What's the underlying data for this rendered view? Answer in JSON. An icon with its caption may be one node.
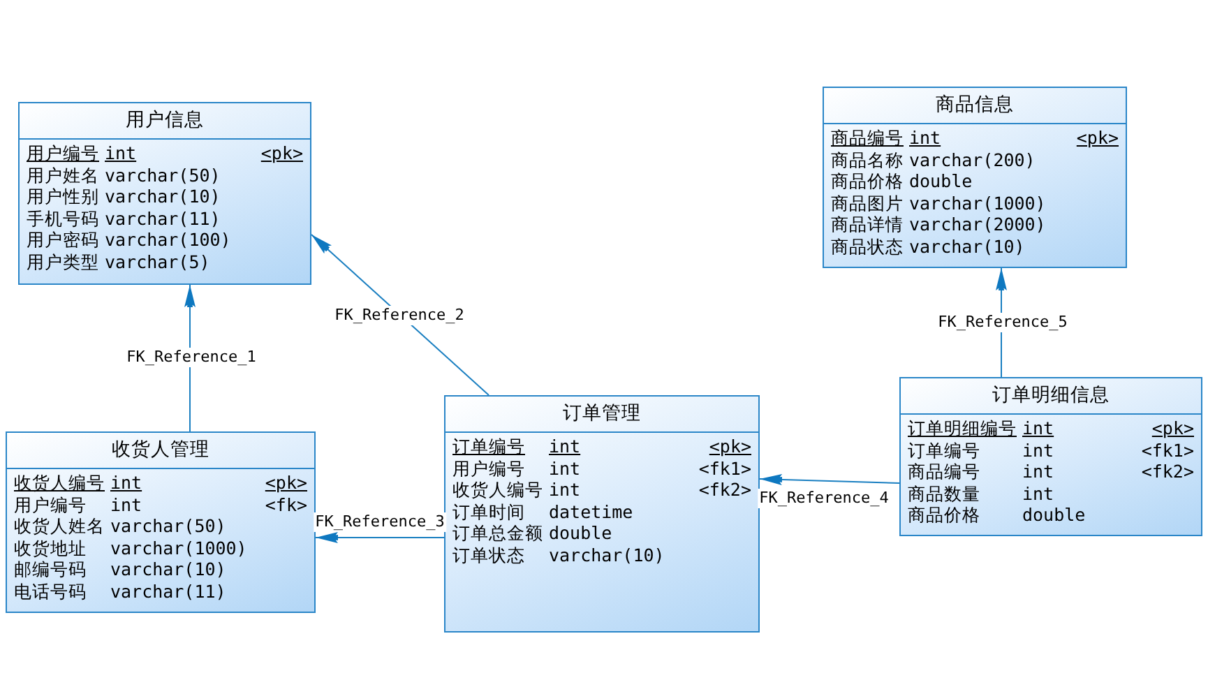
{
  "diagram": {
    "nodes": [
      {
        "text": [
          "用户信息",
          "用户编号 int <pk>",
          "用户姓名 varchar(50)",
          "用户性别 varchar(10)",
          "手机号码 varchar(11)",
          "用户密码 varchar(100)",
          "用户类型 varchar(5)"
        ]
      },
      {
        "text": [
          "商品信息",
          "商品编号 int <pk>",
          "商品名称 varchar(200)",
          "商品价格 double",
          "商品图片 varchar(1000)",
          "商品详情 varchar(2000)",
          "商品状态 varchar(10)"
        ]
      },
      {
        "text": [
          "收货人管理",
          "收货人编号 int <pk>",
          "用户编号 int <fk>",
          "收货人姓名 varchar(50)",
          "收货地址 varchar(1000)",
          "邮编号码 varchar(10)",
          "电话号码 varchar(11)"
        ]
      },
      {
        "text": [
          "订单管理",
          "订单编号 int <pk>",
          "用户编号 int <fk1>",
          "收货人编号 int <fk2>",
          "订单时间 datetime",
          "订单总金额 double",
          "订单状态 varchar(10)"
        ]
      },
      {
        "text": [
          "订单明细信息",
          "订单明细编号 int <pk>",
          "订单编号 int <fk1>",
          "商品编号 int <fk2>",
          "商品数量 int",
          "商品价格 double"
        ]
      }
    ],
    "edges": [
      {
        "from": 2,
        "to": 0,
        "arrow": "to",
        "label": "FK_Reference_1"
      },
      {
        "from": 3,
        "to": 0,
        "arrow": "to",
        "label": "FK_Reference_2"
      },
      {
        "from": 3,
        "to": 2,
        "arrow": "to",
        "label": "FK_Reference_3"
      },
      {
        "from": 4,
        "to": 3,
        "arrow": "to",
        "label": "FK_Reference_4"
      },
      {
        "from": 4,
        "to": 1,
        "arrow": "to",
        "label": "FK_Reference_5"
      }
    ]
  }
}
